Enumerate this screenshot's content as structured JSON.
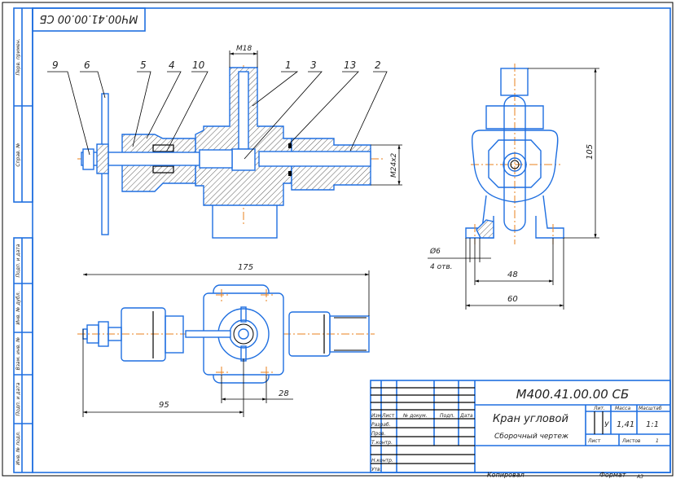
{
  "designation": "М400.41.00.00 СБ",
  "designation_rotated": "МЧ00.41.00.00 СБ",
  "left_strip": [
    "Перв. примен.",
    "Справ. №",
    "Подп. и дата",
    "Инв. № дубл.",
    "Взам. инв. №",
    "Подп. и дата",
    "Инв. № подл."
  ],
  "positions": [
    "9",
    "6",
    "5",
    "4",
    "10",
    "1",
    "3",
    "13",
    "2"
  ],
  "dimensions": {
    "m18": "М18",
    "m24": "М24x2",
    "d105": "105",
    "d48": "48",
    "d60": "60",
    "phi6": "Ø6",
    "holes": "4 отв.",
    "d175": "175",
    "d95": "95",
    "d28": "28"
  },
  "title_block": {
    "headers": [
      "Изм",
      "Лист",
      "№ докум.",
      "Подп.",
      "Дата"
    ],
    "roles": [
      "Разраб.",
      "Пров.",
      "Т.контр.",
      "",
      "Н.контр.",
      "Утв."
    ],
    "name": "Кран угловой",
    "doc_type": "Сборочный чертеж",
    "lit_label": "Лит.",
    "lit_value": "У",
    "mass_label": "Масса",
    "mass_value": "1,41",
    "scale_label": "Масштаб",
    "scale_value": "1:1",
    "sheet_label": "Лист",
    "sheets_label": "Листов",
    "sheets_value": "1",
    "copied": "Копировал",
    "format_label": "Формат",
    "format_value": "А3"
  },
  "colors": {
    "line": "#1f6fe0",
    "axis": "#e8801e",
    "dim": "#000000"
  }
}
